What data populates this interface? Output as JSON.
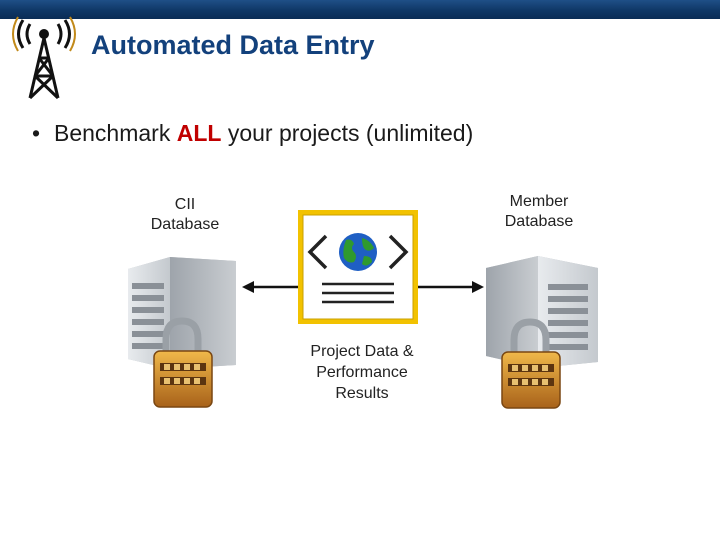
{
  "slide": {
    "title": "Automated Data Entry",
    "bullet": {
      "before": "Benchmark ",
      "emphasis": "ALL",
      "after": " your projects (unlimited)"
    }
  },
  "diagram": {
    "cii_label_line1": "CII",
    "cii_label_line2": "Database",
    "member_label_line1": "Member",
    "member_label_line2": "Database",
    "center_label_line1": "Project Data &",
    "center_label_line2": "Performance",
    "center_label_line3": "Results"
  },
  "colors": {
    "title": "#13417c",
    "emphasis": "#c00000",
    "header_bar": "#0f3766",
    "document_frame": "#f2c200",
    "lock_body": "#d9962a"
  }
}
